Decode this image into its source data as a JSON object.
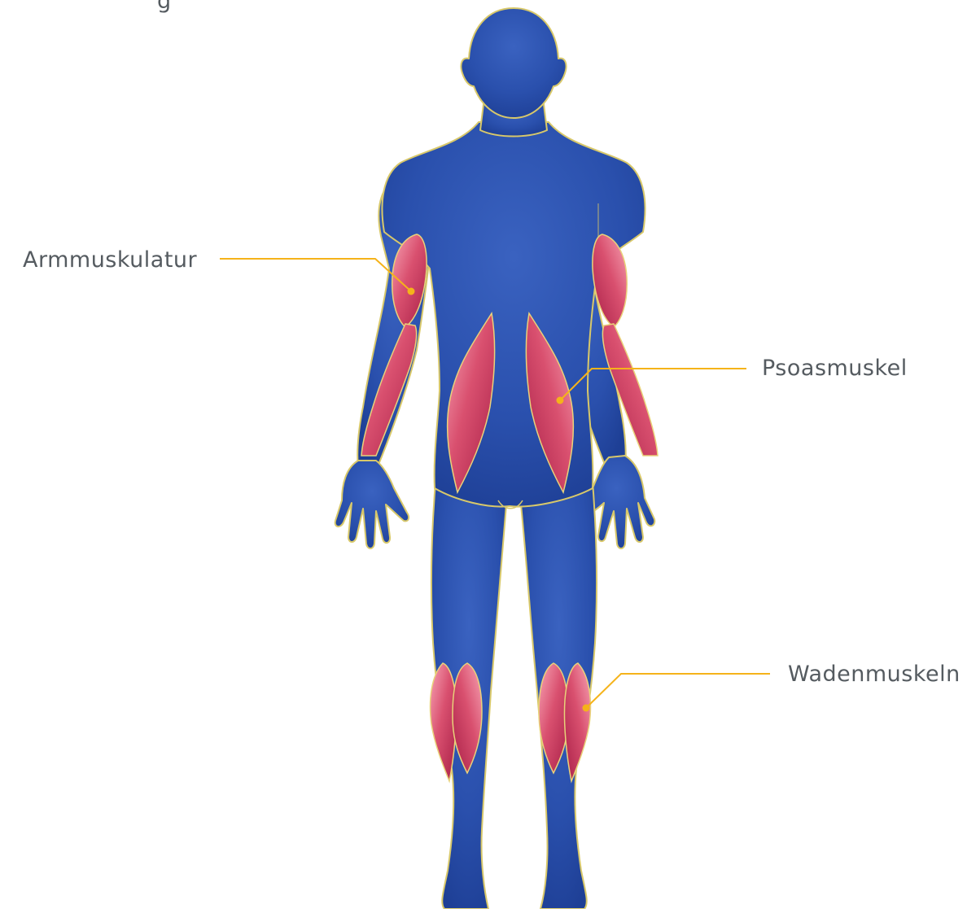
{
  "diagram": {
    "partial_top_text": "g",
    "labels": {
      "arm": "Armmuskulatur",
      "psoas": "Psoasmuskel",
      "calf": "Wadenmuskeln"
    },
    "colors": {
      "body": "#244aa5",
      "body_outline": "#d8c86a",
      "muscle": "#c4365e",
      "muscle_light": "#f08aa0",
      "callout": "#f5b31a",
      "label_text": "#555b60"
    }
  }
}
